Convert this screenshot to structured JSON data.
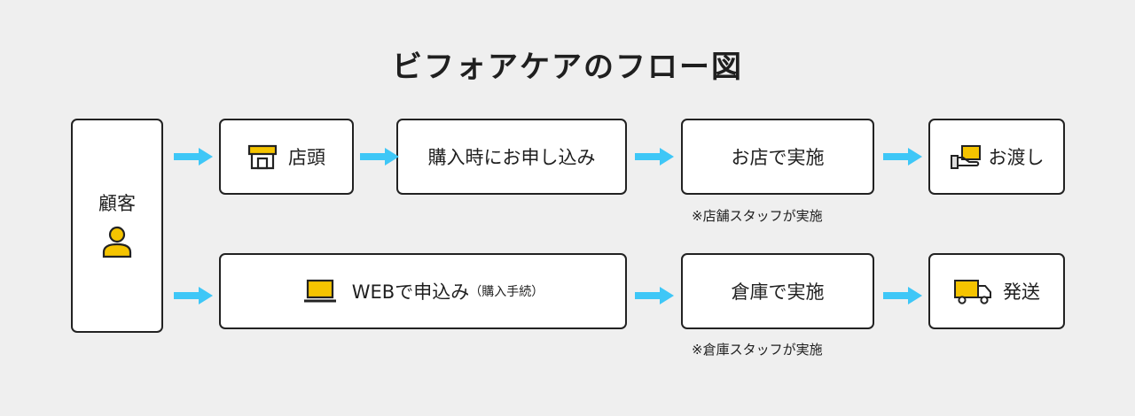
{
  "title": "ビフォアケアのフロー図",
  "colors": {
    "arrow": "#3ec7f7",
    "icon_fill": "#f5c400",
    "border": "#222222",
    "background": "#efefef"
  },
  "nodes": {
    "customer": {
      "label": "顧客",
      "icon": "person-icon"
    },
    "store_front": {
      "label": "店頭",
      "icon": "storefront-icon"
    },
    "apply_at_purchase": {
      "label": "購入時にお申し込み"
    },
    "store_service": {
      "label": "お店で実施"
    },
    "handover": {
      "label": "お渡し",
      "icon": "hand-package-icon"
    },
    "web_apply": {
      "label": "WEBで申込み",
      "sub": "（購入手続）",
      "icon": "laptop-icon"
    },
    "warehouse_service": {
      "label": "倉庫で実施"
    },
    "shipping": {
      "label": "発送",
      "icon": "delivery-truck-icon"
    }
  },
  "notes": {
    "store_staff": "※店舗スタッフが実施",
    "warehouse_staff": "※倉庫スタッフが実施"
  }
}
